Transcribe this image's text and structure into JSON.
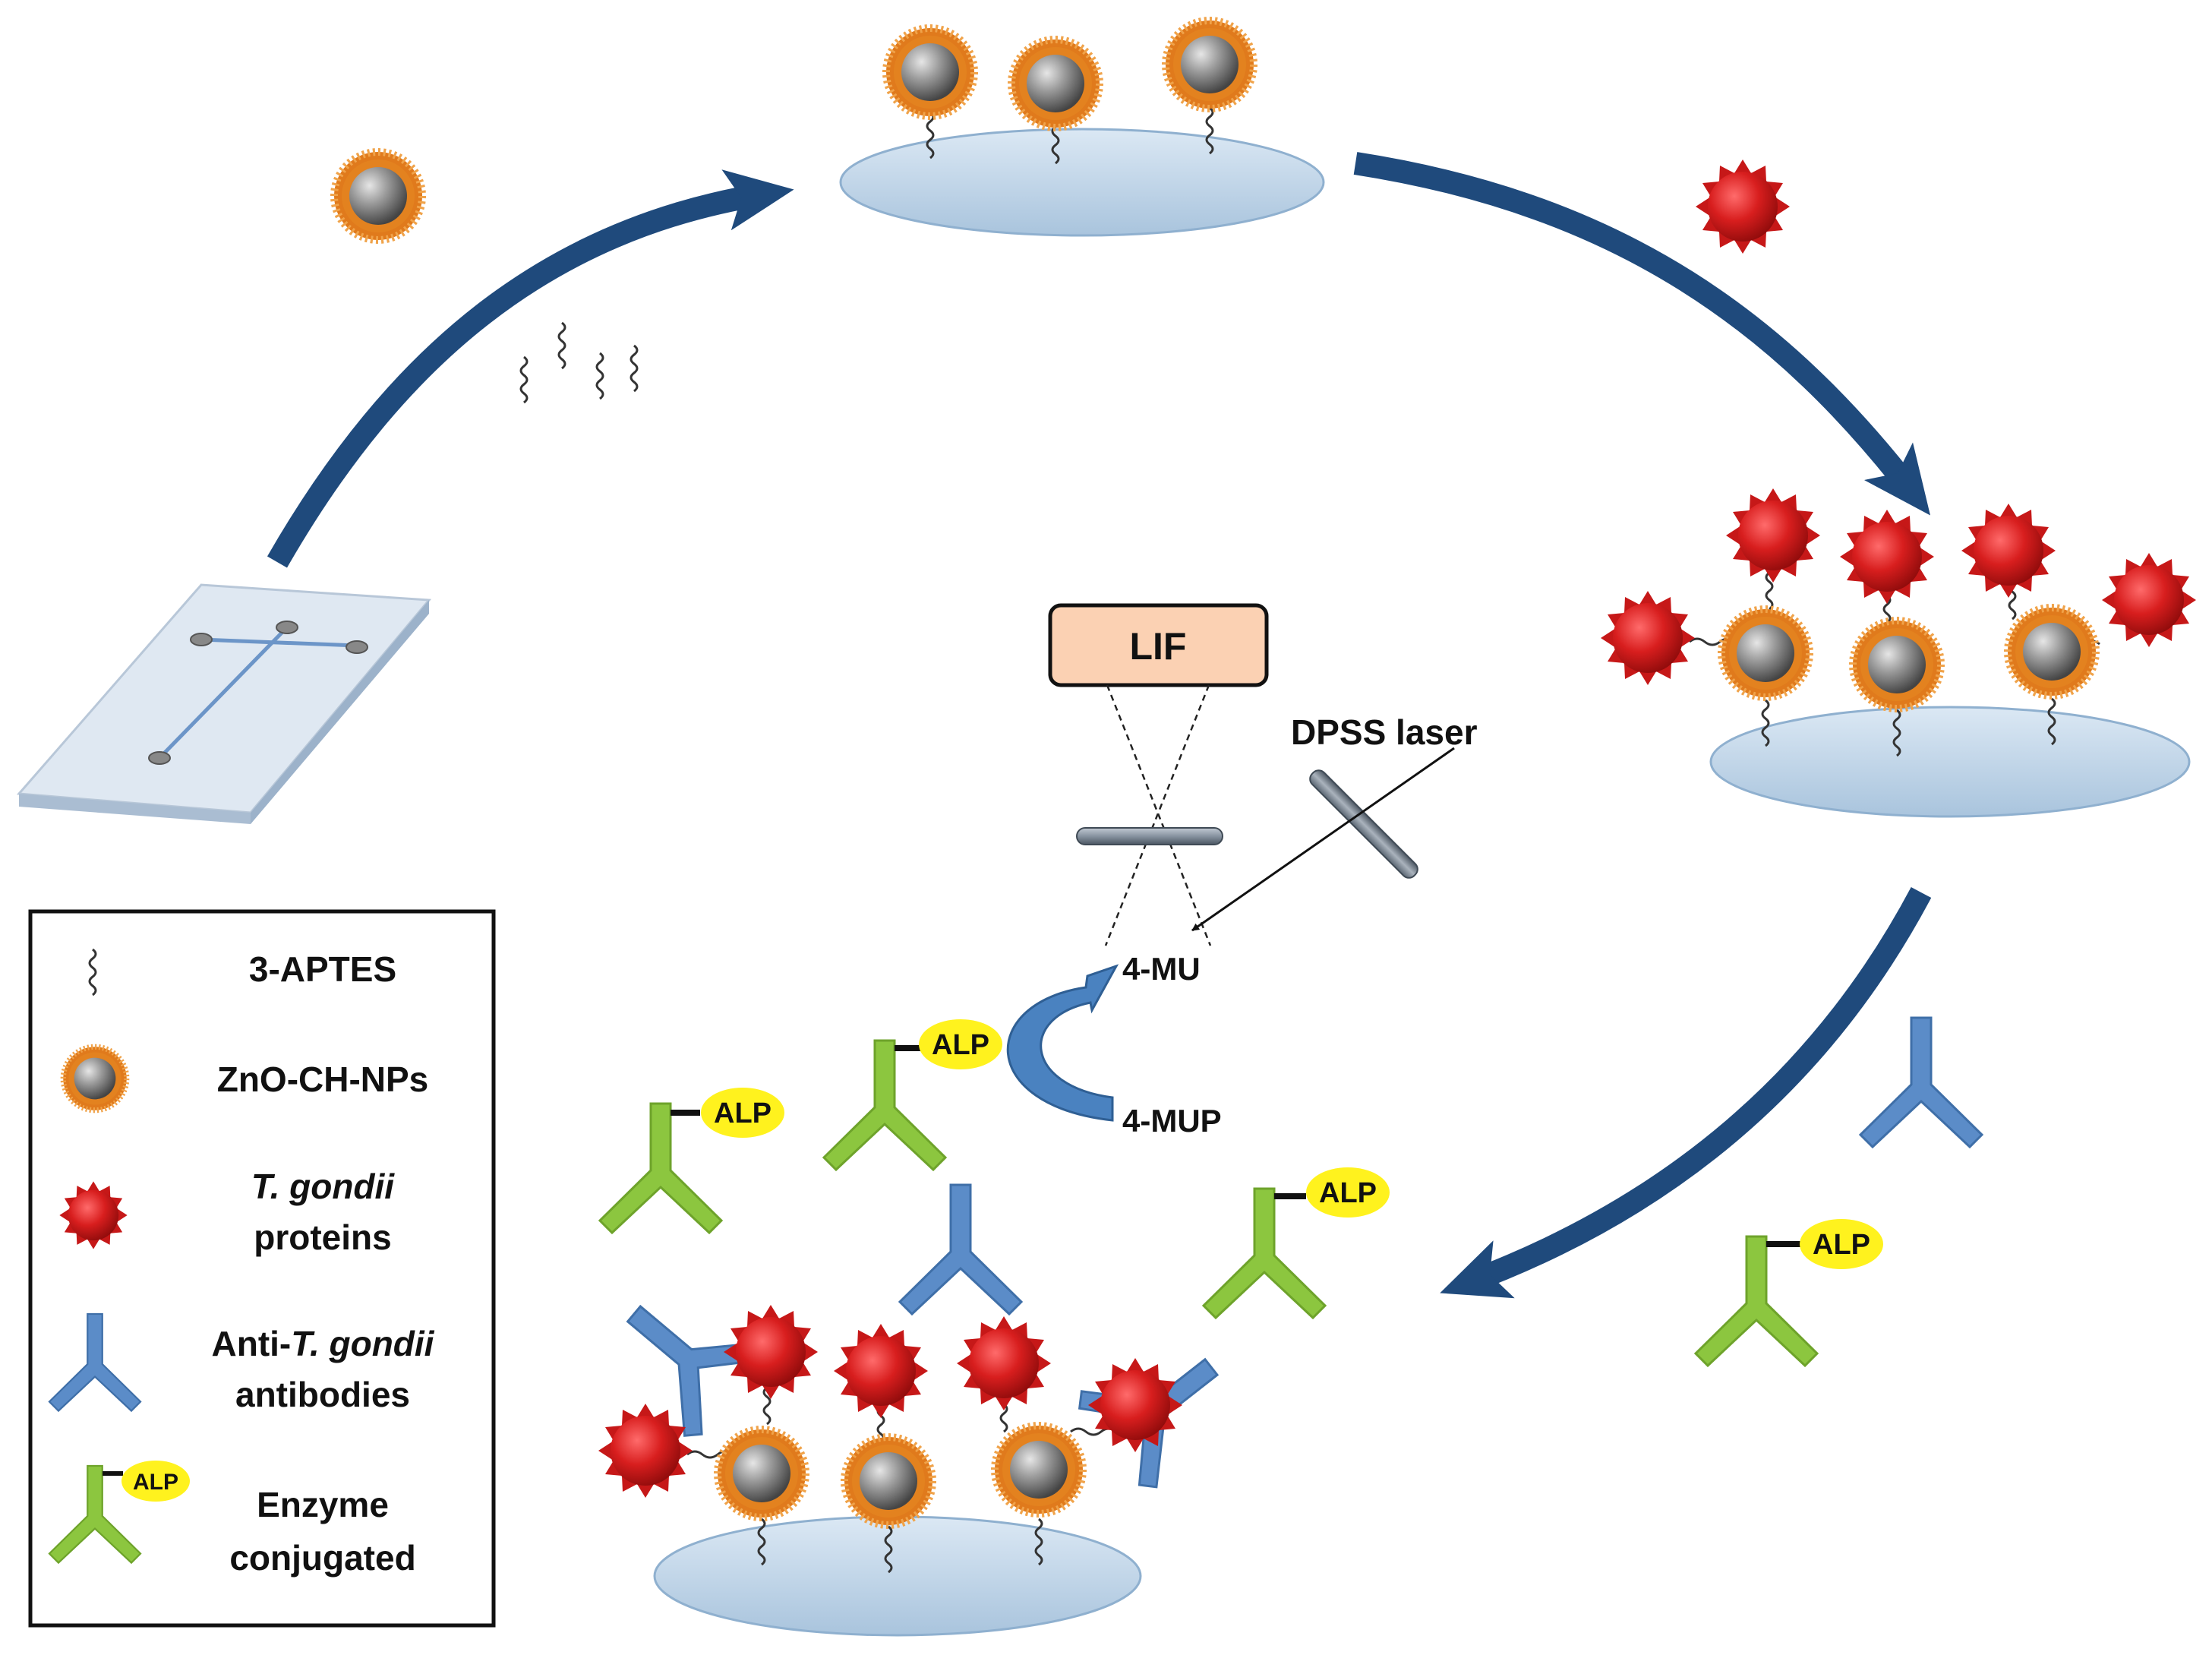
{
  "lif_label": "LIF",
  "laser_label": "DPSS laser",
  "product_label": "4-MU",
  "substrate_label": "4-MUP",
  "enzyme_tag": "ALP",
  "legend": {
    "aptes": "3-APTES",
    "nps": "ZnO-CH-NPs",
    "proteins_line1": "T. gondii",
    "proteins_line2": "proteins",
    "antibodies_prefix": "Anti-",
    "antibodies_italic": "T. gondii",
    "antibodies_line2": "antibodies",
    "enzyme_line1": "Enzyme",
    "enzyme_line2": "conjugated"
  },
  "colors": {
    "arrow": "#1f4a7c",
    "disc": "#c6d9ea",
    "nanoparticle_core": "#8c8c8c",
    "nanoparticle_shell": "#e0791c",
    "protein": "#d42424",
    "antibody_anti": "#5b8cc8",
    "antibody_enzyme": "#8cc63f",
    "alp_tag": "#fff21e",
    "lif_box": "#fbd1b3"
  }
}
